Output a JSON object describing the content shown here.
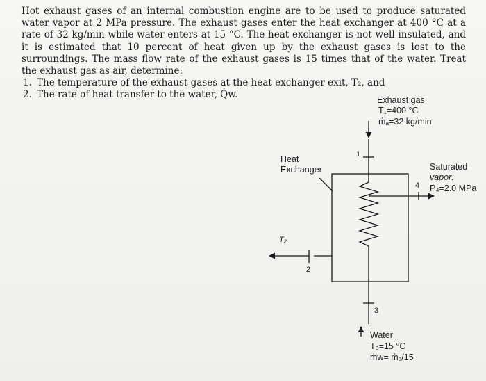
{
  "problem": {
    "intro": "Hot exhaust gases of an internal combustion engine are to be used to produce saturated water vapor at 2 MPa pressure. The exhaust gases enter the heat exchanger at 400 °C at a rate of 32 kg/min while water enters at 15 °C. The heat exchanger is not well insulated, and it is estimated that 10 percent of heat given up by the exhaust gases is lost to the surroundings. The mass flow rate of the exhaust gases is 15 times that of the water. Treat the exhaust gas as air, determine:",
    "items": [
      {
        "number": "1.",
        "text": "The temperature of the exhaust gases at the heat exchanger exit, T₂, and"
      },
      {
        "number": "2.",
        "text": "The rate of heat transfer to the water, Q̇w."
      }
    ]
  },
  "diagram": {
    "exhaust_title": "Exhaust gas",
    "exhaust_t1": "T₁=400 °C",
    "exhaust_m": "ṁₐ=32 kg/min",
    "hx_line1": "Heat",
    "hx_line2": "Exchanger",
    "sat_line1": "Saturated",
    "sat_line2": "vapor:",
    "sat_p": "P₄=2.0 MPa",
    "t2_label": "T₂",
    "state1": "1",
    "state2": "2",
    "state3": "3",
    "state4": "4",
    "water_title": "Water",
    "water_t3": "T₃=15 °C",
    "water_m": "ṁw= ṁₐ/15"
  }
}
